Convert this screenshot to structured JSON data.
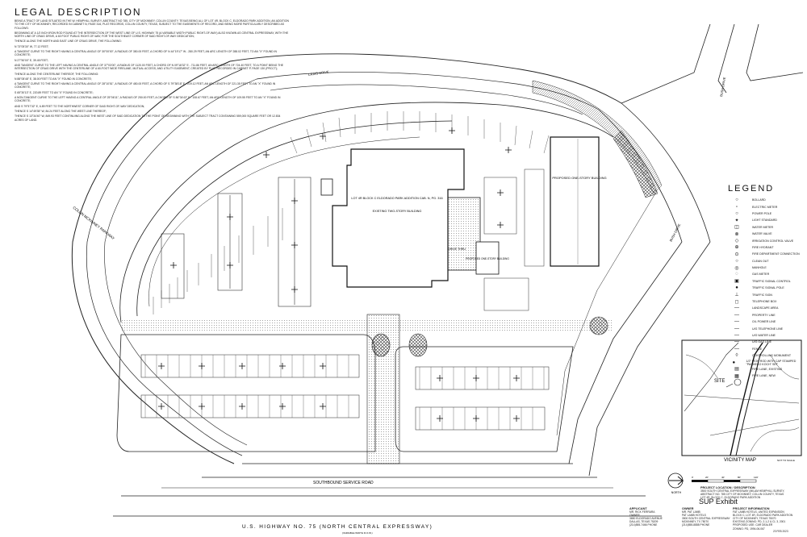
{
  "legal": {
    "title": "LEGAL DESCRIPTION",
    "paragraphs": [
      "BEING A TRACT OF LAND SITUATED IN THE W. HEMPHILL SURVEY, ABSTRACT NO 785, CITY OF MCKINNEY, COLLIN COUNTY, TEXAS BEING ALL OF LOT 4R, BLOCK C, ELDORADO PARK ADDITION, AN ADDITION TO THE CITY OF MCKINNEY, RECORDED IN CABINET N, PAGE 316, PLAT RECORDS, COLLIN COUNTY, TEXAS, SUBJECT TO THE EASEMENTS OF RECORD, AND BEING MORE PARTICULARLY DESCRIBED AS FOLLOWS:",
      "BEGINNING AT A 1/2 INCH IRON ROD FOUND AT THE INTERSECTION OF THE WEST LINE OF U.S. HIGHWAY 75 (A VARIABLE WIDTH PUBLIC RIGHT-OF-WAY) ALSO KNOWN AS CENTRAL EXPRESSWAY, WITH THE NORTH LINE OF CRAIG DRIVE, A 60 FOOT PUBLIC RIGHT-OF-WAY, FOR THE SOUTHEAST CORNER OF SAID RIGHT-OF-WAY DEDICATION;",
      "THENCE ALONG THE NORTH AND EAST LINE OF CRAIG DRIVE, THE FOLLOWING:",
      "N 73°05'30\" W, 77.12 FEET;",
      "A TANGENT CURVE TO THE RIGHT HAVING A CENTRAL ANGLE OF 30°00'00\", A RADIUS OF 350.00 FEET, A CHORD OF N 44°19'17\" W - 280.29 FEET, AN ARC LENGTH OF 288.02 FEET, TO AN \"X\" FOUND IN CONCRETE;",
      "N 27°50'00\" E, 39.45 FEET;",
      "AND TANGENT CURVE TO THE LEFT HAVING A CENTRAL ANGLE OF 37°03'00\", A RADIUS OF 1120.00 FEET, A CHORD OF N 09°18'32\" E - 711.86 FEET, AN ARC LENGTH OF 724.40 FEET, TO A POINT BEING THE INTERSECTION OF CRAIG DRIVE WITH THE CENTERLINE OF A 60-FOOT WIDE FIRELANE, MUTUAL ACCESS, AND UTILITY EASEMENT, CREATED BY PLAT, RECORDED IN CABINET P, PAGE 130 (PRCCT);",
      "THENCE ALONG THE CENTERLINE THEREOF, THE FOLLOWING:",
      "N 88°08'48\" E, 38.00 FEET TO AN \"X\" FOUND IN CONCRETE;",
      "A TANGENT CURVE TO THE RIGHT HAVING A CENTRAL ANGLE OF 28°10'51\", A RADIUS OF 450.00 FEET, A CHORD OF S 79°38'18\" E - 219.12 FEET, AN ARC LENGTH OF 221.35 FEET TO AN \"X\" FOUND IN CONCRETE;",
      "S 65°30'13\" E, 220.89 FEET TO AN \"X\" FOUND IN CONCRETE;",
      "A NON-TANGENT CURVE TO THE LEFT HAVING A CENTRAL ANGLE OF 25°06'11\", A RADIUS OF 250.00 FEET, A CHORD OF S 86°34'43\" E - 108.67 FEET, AN ARC LENGTH OF 109.55 FEET TO AN \"X\" FOUND IN CONCRETE;",
      "AND S 79°57'32\" E, 6.89 FEET TO THE NORTHWEST CORNER OF SAID RIGHT-OF-WAY DEDICATION;",
      "THENCE S 14°49'35\" W, 84.24 FEET ALONG THE WEST LINE THEREOF;",
      "THENCE S 13°34'40\" W, 849.93 FEET CONTINUING ALONG THE WEST LINE OF SAID DEDICATION TO THE POINT OF BEGINNING WITH THE SUBJECT TRACT CONTAINING 559,000 SQUARE FEET OR 12.834 ACRES OF LAND."
    ]
  },
  "labels": {
    "colin_mckinney": "COLLIN MCKINNEY PARKWAY",
    "craig_drive": "CRAIG DRIVE",
    "bush_drive_top": "BUSH DRIVE",
    "bush_drive": "BUSH DRIVE",
    "southbound": "SOUTHBOUND SERVICE ROAD",
    "highway": "U.S. HIGHWAY NO. 75 (NORTH CENTRAL EXPRESSWAY)",
    "row": "(VARIABLE WIDTH R.O.W.)",
    "lot": "LOT 4R BLOCK C ELDORADO PARK ADDITION CAB. N, PG. 316",
    "existing": "EXISTING TWO-STORY BUILDING",
    "proposed": "PROPOSED ONE-STORY BUILDING",
    "drive_thru": "DRIVE THRU",
    "proposed_one_story_2": "PROPOSED ONE-STORY BUILDING",
    "scale": "NOT TO SCALE"
  },
  "legend": {
    "title": "LEGEND",
    "items": [
      {
        "sym": "○",
        "label": "BOLLARD"
      },
      {
        "sym": "▫",
        "label": "ELECTRIC METER"
      },
      {
        "sym": "○",
        "label": "POWER POLE"
      },
      {
        "sym": "✦",
        "label": "LIGHT STANDARD"
      },
      {
        "sym": "◫",
        "label": "WATER METER"
      },
      {
        "sym": "⊗",
        "label": "WATER VALVE"
      },
      {
        "sym": "◇",
        "label": "IRRIGATION CONTROL VALVE"
      },
      {
        "sym": "⊕",
        "label": "FIRE HYDRANT"
      },
      {
        "sym": "⊙",
        "label": "FIRE DEPARTMENT CONNECTION"
      },
      {
        "sym": "○",
        "label": "CLEAN OUT"
      },
      {
        "sym": "◎",
        "label": "MANHOLE"
      },
      {
        "sym": "◌",
        "label": "GAS METER"
      },
      {
        "sym": "▣",
        "label": "TRAFFIC SIGNAL CONTROL"
      },
      {
        "sym": "●",
        "label": "TRAFFIC SIGNAL POLE"
      },
      {
        "sym": "⊥",
        "label": "TRAFFIC SIGN"
      },
      {
        "sym": "◻",
        "label": "TELEPHONE BOX"
      },
      {
        "sym": "—",
        "label": "LANDSCAPE AREA"
      },
      {
        "sym": "—",
        "label": "PROPERTY LINE"
      },
      {
        "sym": "—",
        "label": "O/L POWER LINE"
      },
      {
        "sym": "—",
        "label": "U/G TELEPHONE LINE"
      },
      {
        "sym": "—",
        "label": "U/G WATER LINE"
      },
      {
        "sym": "—",
        "label": "U/G GAS LINE"
      },
      {
        "sym": "—",
        "label": "FENCE"
      },
      {
        "sym": "◊",
        "label": "CONTROLLING MONUMENT"
      },
      {
        "sym": "●",
        "label": "1/2\" IRON ROD WITH CAP STAMPED \"PACHECO KOCH\" SET"
      },
      {
        "sym": "▤",
        "label": "FIRE LANE, EXISTING"
      },
      {
        "sym": "▦",
        "label": "FIRE LANE, NEW"
      }
    ]
  },
  "vicinity": {
    "title": "VICINITY MAP",
    "site": "SITE",
    "scale": "NOT TO SCALE"
  },
  "title_block": {
    "north": "NORTH",
    "scale_labels": [
      "0'",
      "20'",
      "40'",
      "80'",
      "120'"
    ],
    "project_loc_head": "PROJECT LOCATION / DESCRIPTION",
    "project_loc_lines": [
      "3500 SOUTH CENTRAL EXPRESSWAY (MILAM HEMPHILL SURVEY,",
      "ABSTRACT NO. 785 CITY OF MCKINNEY, COLLIN COUNTY, TEXAS",
      "LOT 4R, BLOCK C, ELDORADO PARK ADDITION"
    ],
    "sup": "SUP Exhibit",
    "applicant_head": "APPLICANT",
    "applicant_lines": [
      "MR. RICK FERRARA",
      "OWNER",
      "3650 ELDORADO AVENUE",
      "DALLAS, TEXAS 75209",
      "(214)555-7466 PHONE"
    ],
    "owner_head": "OWNER",
    "owner_lines": [
      "MR. PAT LAMB",
      "PAT LAMB HOTELS",
      "3500 SOUTH CENTRAL EXPRESSWAY",
      "MCKINNEY, TX 75070",
      "(214)555-8888 PHONE"
    ],
    "info_head": "PROJECT INFORMATION",
    "info_lines": [
      "FAT LAMB HOTELS, UNITED EXPANSION",
      "BLOCK C, LOT 4R, ELDORADO PARK ADDITION",
      "CITY OF MCKINNEY, TEXAS 75070",
      "EXISTING ZONING: PD, 2-1-2 & CI, 3, 2001",
      "PROPOSED USE: CAR DEALER",
      "ZONING: PD, 1994-06-067"
    ],
    "date": "23 FEB 2023"
  },
  "colors": {
    "line": "#1a1a1a",
    "hatch": "#555555",
    "paper": "#ffffff"
  }
}
